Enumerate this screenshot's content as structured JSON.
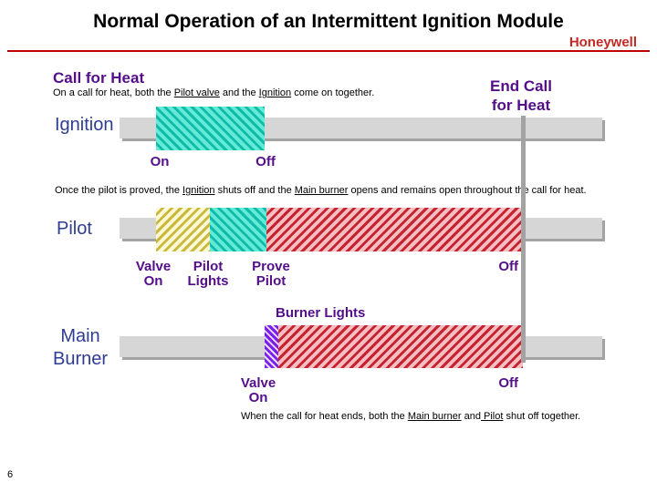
{
  "slide": {
    "title": "Normal Operation of an Intermittent Ignition Module",
    "brand": "Honeywell",
    "page_number": "6"
  },
  "call_for_heat": {
    "heading": "Call for Heat",
    "note": {
      "pre": "On a call for heat, both the ",
      "link1": "Pilot valve",
      "mid": " and the ",
      "link2": "Ignition",
      "post": " come on together."
    }
  },
  "end_call": {
    "line1": "End Call",
    "line2": "for Heat"
  },
  "prove_note": {
    "pre": "Once the pilot is proved, the ",
    "link1": "Ignition",
    "mid": " shuts off and the ",
    "link2": "Main burner",
    "post": " opens and remains open throughout the call for heat."
  },
  "end_note": {
    "pre": "When the call for heat ends, both the ",
    "link1": "Main burner",
    "mid": " and",
    "link2": " Pilot",
    "post": " shut off together."
  },
  "timeline": {
    "ignition": {
      "label": "Ignition",
      "on": "On",
      "off": "Off"
    },
    "pilot": {
      "label": "Pilot",
      "markers": [
        {
          "top": "Valve",
          "bottom": "On"
        },
        {
          "top": "Pilot",
          "bottom": "Lights"
        },
        {
          "top": "Prove",
          "bottom": "Pilot"
        }
      ],
      "off": "Off"
    },
    "main_burner": {
      "label_top": "Main",
      "label_bottom": "Burner",
      "burner_lights": "Burner Lights",
      "valve_on": {
        "top": "Valve",
        "bottom": "On"
      },
      "off": "Off"
    }
  },
  "colors": {
    "heading_purple": "#540E8A",
    "row_label_navy": "#2E3D92",
    "brand_red": "#C42A25",
    "rule_red": "#C00000",
    "bar_gray": "#D6D6D6",
    "shadow_gray": "#A3A3A3",
    "ignition_hatch_bg": "#63EBD8",
    "ignition_hatch_stripe": "#10BCA9",
    "pilot_valve_hatch_bg": "#FCF9D4",
    "pilot_valve_hatch_stripe": "#CBB93F",
    "flame_hatch_bg": "#F9BDC2",
    "flame_hatch_stripe": "#C42430",
    "main_valve_hatch_bg": "#7B20EA",
    "main_valve_hatch_stripe": "#E9DCF9"
  }
}
